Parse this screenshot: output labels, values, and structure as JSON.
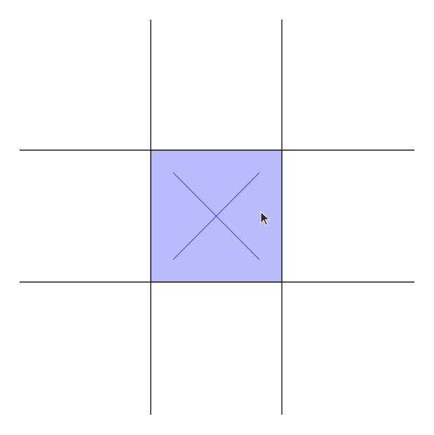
{
  "game": {
    "name": "tic-tac-toe",
    "grid_size": 3,
    "board": [
      [
        "",
        "",
        ""
      ],
      [
        "",
        "X",
        ""
      ],
      [
        "",
        "",
        ""
      ]
    ],
    "highlighted_cell": {
      "row": 1,
      "col": 1
    }
  },
  "colors": {
    "background": "#ffffff",
    "grid_line": "#1a1a1a",
    "highlight_fill": "#b9bbfc",
    "highlight_border": "#1a1a1a",
    "x_mark": "#4a52e0"
  },
  "cursor": {
    "icon": "mouse-pointer-icon"
  }
}
